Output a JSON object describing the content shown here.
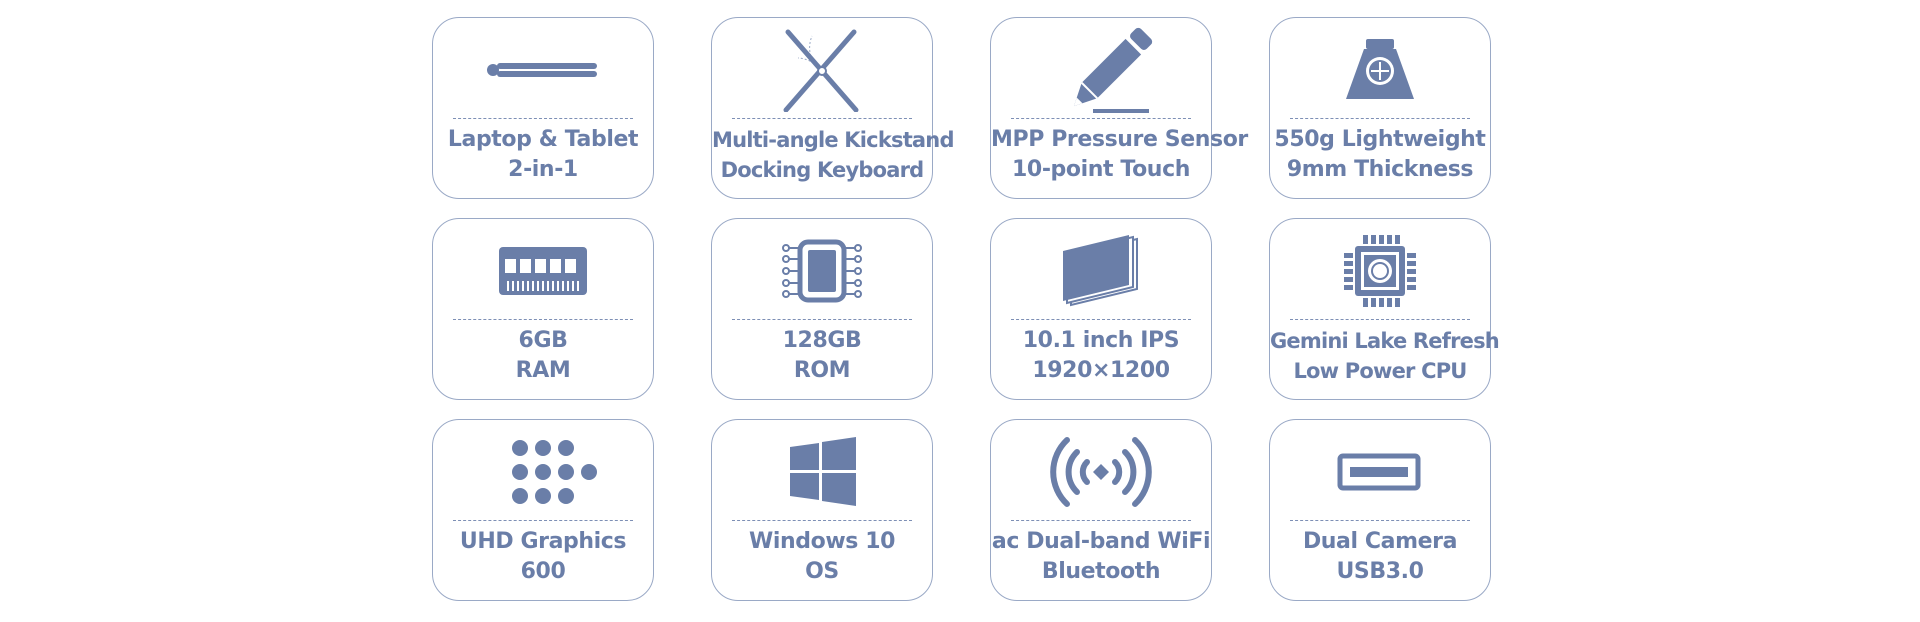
{
  "accent_color": "#6a7ea8",
  "features": [
    {
      "icon": "laptop-tablet-icon",
      "line1": "Laptop & Tablet",
      "line2": "2-in-1"
    },
    {
      "icon": "kickstand-icon",
      "line1": "Multi-angle Kickstand",
      "line2": "Docking Keyboard"
    },
    {
      "icon": "pen-icon",
      "line1": "MPP Pressure Sensor",
      "line2": "10-point Touch"
    },
    {
      "icon": "weight-icon",
      "line1": "550g Lightweight",
      "line2": "9mm Thickness"
    },
    {
      "icon": "ram-icon",
      "line1": "6GB",
      "line2": "RAM"
    },
    {
      "icon": "rom-chip-icon",
      "line1": "128GB",
      "line2": "ROM"
    },
    {
      "icon": "display-panel-icon",
      "line1": "10.1 inch IPS",
      "line2": "1920×1200"
    },
    {
      "icon": "cpu-icon",
      "line1": "Gemini Lake Refresh",
      "line2": "Low Power CPU"
    },
    {
      "icon": "graphics-dots-icon",
      "line1": "UHD Graphics",
      "line2": "600"
    },
    {
      "icon": "windows-logo-icon",
      "line1": "Windows 10",
      "line2": "OS"
    },
    {
      "icon": "wireless-signal-icon",
      "line1": "ac Dual-band WiFi",
      "line2": "Bluetooth"
    },
    {
      "icon": "usb-port-icon",
      "line1": "Dual Camera",
      "line2": "USB3.0"
    }
  ]
}
